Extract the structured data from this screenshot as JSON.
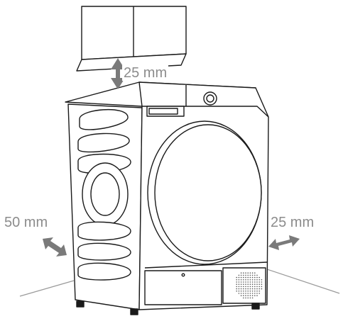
{
  "clearances": {
    "top_label": "25 mm",
    "left_label": "50 mm",
    "right_label": "25 mm"
  },
  "colors": {
    "outline": "#1a1a1a",
    "arrow": "#7a7a7a",
    "label": "#8c8c8c",
    "floor": "#9a9a9a"
  },
  "icons": {
    "top_arrow": "double-arrow-vertical-icon",
    "side_arrows": "double-arrow-diagonal-icon",
    "vent": "vent-grille-icon",
    "knob": "dial-knob-icon"
  }
}
